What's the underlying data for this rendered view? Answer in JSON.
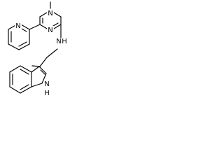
{
  "molecule": {
    "atom_labels": {
      "pyrimidine_n1": "N",
      "pyrimidine_n3": "N",
      "pyridine_n": "N",
      "amine_n": "N",
      "amine_h": "H",
      "indole_n": "N",
      "indole_h": "H"
    }
  }
}
